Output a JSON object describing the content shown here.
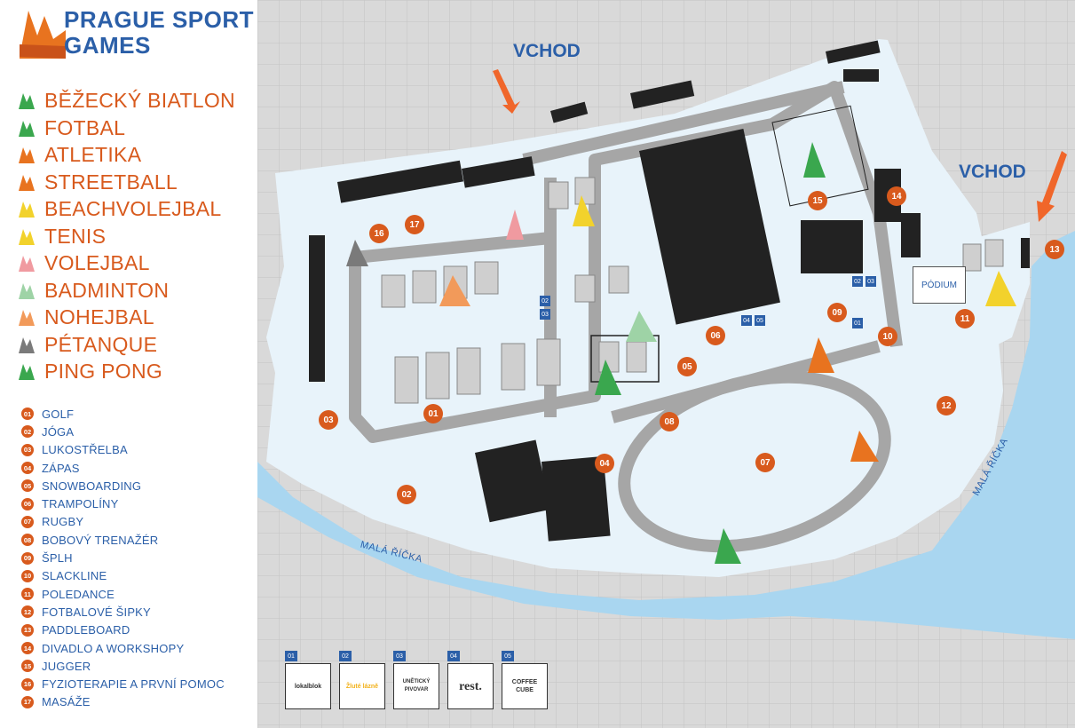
{
  "brand": {
    "line1": "PRAGUE SPORT",
    "line2": "GAMES"
  },
  "sports": [
    {
      "label": "BĚŽECKÝ BIATLON",
      "color": "#3aa74e",
      "icon": "tree-icon"
    },
    {
      "label": "FOTBAL",
      "color": "#3aa74e",
      "icon": "tree-icon"
    },
    {
      "label": "ATLETIKA",
      "color": "#e8731f",
      "icon": "tree-icon"
    },
    {
      "label": "STREETBALL",
      "color": "#e8731f",
      "icon": "tree-icon"
    },
    {
      "label": "BEACHVOLEJBAL",
      "color": "#f2d22c",
      "icon": "tree-icon"
    },
    {
      "label": "TENIS",
      "color": "#f2d22c",
      "icon": "tree-icon"
    },
    {
      "label": "VOLEJBAL",
      "color": "#f09aa0",
      "icon": "tree-icon"
    },
    {
      "label": "BADMINTON",
      "color": "#9ed3a6",
      "icon": "tree-icon"
    },
    {
      "label": "NOHEJBAL",
      "color": "#f29a5a",
      "icon": "tree-icon"
    },
    {
      "label": "PÉTANQUE",
      "color": "#7a7a7a",
      "icon": "tree-icon"
    },
    {
      "label": "PING PONG",
      "color": "#3aa74e",
      "icon": "tree-icon"
    }
  ],
  "activities": [
    {
      "num": "01",
      "label": "GOLF"
    },
    {
      "num": "02",
      "label": "JÓGA"
    },
    {
      "num": "03",
      "label": "LUKOSTŘELBA"
    },
    {
      "num": "04",
      "label": "ZÁPAS"
    },
    {
      "num": "05",
      "label": "SNOWBOARDING"
    },
    {
      "num": "06",
      "label": "TRAMPOLÍNY"
    },
    {
      "num": "07",
      "label": "RUGBY"
    },
    {
      "num": "08",
      "label": "BOBOVÝ TRENAŽÉR"
    },
    {
      "num": "09",
      "label": "ŠPLH"
    },
    {
      "num": "10",
      "label": "SLACKLINE"
    },
    {
      "num": "11",
      "label": "POLEDANCE"
    },
    {
      "num": "12",
      "label": "FOTBALOVÉ ŠIPKY"
    },
    {
      "num": "13",
      "label": "PADDLEBOARD"
    },
    {
      "num": "14",
      "label": "DIVADLO A WORKSHOPY"
    },
    {
      "num": "15",
      "label": "JUGGER"
    },
    {
      "num": "16",
      "label": "FYZIOTERAPIE A PRVNÍ POMOC"
    },
    {
      "num": "17",
      "label": "MASÁŽE"
    }
  ],
  "map": {
    "entrance_label": "VCHOD",
    "river_label": "MALÁ ŘÍČKA",
    "podium_label": "PÓDIUM",
    "markers": [
      "01",
      "02",
      "03",
      "04",
      "05",
      "06",
      "07",
      "08",
      "09",
      "10",
      "11",
      "12",
      "13",
      "14",
      "15",
      "16",
      "17"
    ],
    "sponsor_tags": [
      "01",
      "02",
      "03",
      "04",
      "05"
    ],
    "sponsor_tag_markers": [
      "02",
      "03",
      "04",
      "05",
      "01"
    ]
  },
  "sponsors": [
    {
      "num": "01",
      "name": "lokalblok"
    },
    {
      "num": "02",
      "name": "Žluté lázně"
    },
    {
      "num": "03",
      "name": "UNĚTICKÝ PIVOVAR"
    },
    {
      "num": "04",
      "name": "rest."
    },
    {
      "num": "05",
      "name": "COFFEE CUBE"
    }
  ],
  "colors": {
    "orange": "#d85a1d",
    "blue": "#2b5fa8",
    "water": "#a9d6f0",
    "ground": "#e8f3fa",
    "building": "#222222",
    "path": "#a6a6a6",
    "grid_bg": "#d9d9d9"
  }
}
